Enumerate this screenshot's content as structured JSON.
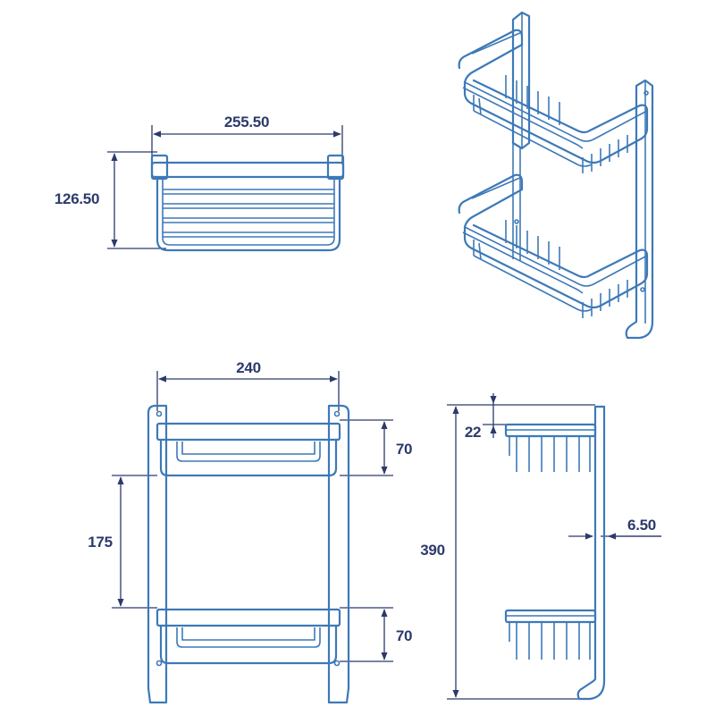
{
  "dimensions": {
    "top_width": "255.50",
    "top_height": "126.50",
    "front_width": "240",
    "front_upper_basket": "70",
    "front_gap": "175",
    "front_lower_basket": "70",
    "side_top_offset": "22",
    "side_total_height": "390",
    "side_wall_gap": "6.50"
  },
  "colors": {
    "outline": "#3d79b8",
    "dimension": "#2c3a6b",
    "background": "#ffffff"
  }
}
